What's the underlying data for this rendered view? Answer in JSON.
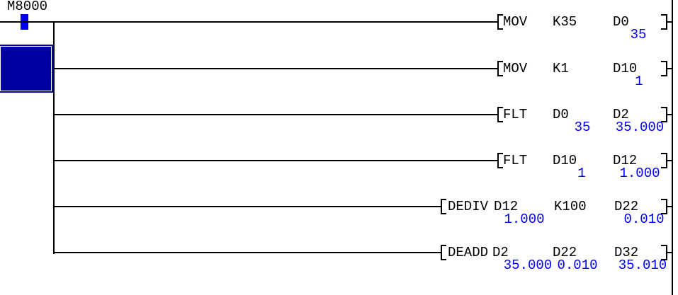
{
  "ladder": {
    "contact": {
      "label": "M8000",
      "state": "on"
    },
    "rungs": [
      {
        "instruction": "MOV",
        "operands": [
          {
            "name": "K35",
            "value": ""
          },
          {
            "name": "D0",
            "value": "35"
          }
        ]
      },
      {
        "instruction": "MOV",
        "operands": [
          {
            "name": "K1",
            "value": ""
          },
          {
            "name": "D10",
            "value": "1"
          }
        ]
      },
      {
        "instruction": "FLT",
        "operands": [
          {
            "name": "D0",
            "value": "35"
          },
          {
            "name": "D2",
            "value": "35.000"
          }
        ]
      },
      {
        "instruction": "FLT",
        "operands": [
          {
            "name": "D10",
            "value": "1"
          },
          {
            "name": "D12",
            "value": "1.000"
          }
        ]
      },
      {
        "instruction": "DEDIV",
        "operands": [
          {
            "name": "D12",
            "value": "1.000"
          },
          {
            "name": "K100",
            "value": ""
          },
          {
            "name": "D22",
            "value": "0.010"
          }
        ]
      },
      {
        "instruction": "DEADD",
        "operands": [
          {
            "name": "D2",
            "value": "35.000"
          },
          {
            "name": "D22",
            "value": "0.010"
          },
          {
            "name": "D32",
            "value": "35.010"
          }
        ]
      }
    ],
    "colors": {
      "monitor_value": "#0000ff",
      "contact_on_fill": "#0000f0",
      "selection_fill": "#0000a0",
      "wire": "#000000"
    }
  }
}
